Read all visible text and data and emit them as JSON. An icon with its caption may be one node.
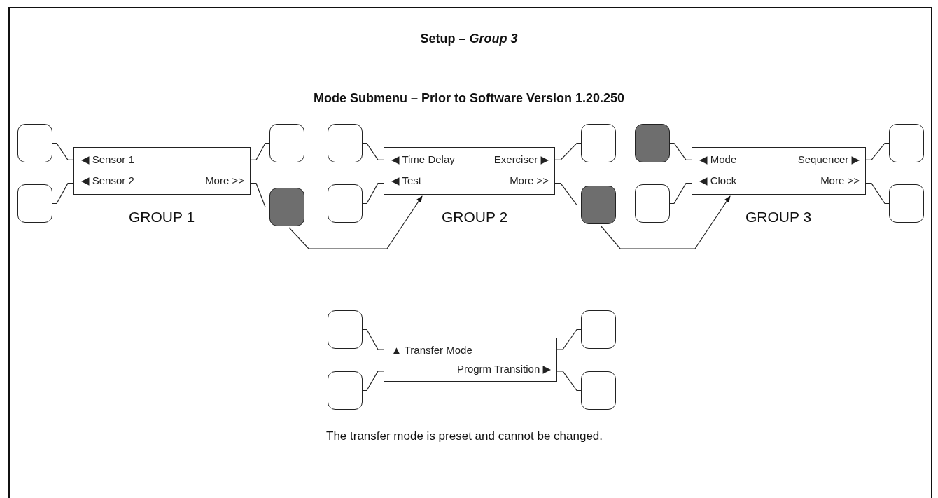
{
  "diagram": {
    "title": "Setup – *Group 3*",
    "nodes": [
      {
        "text": [],
        "shape": "box"
      },
      {
        "text": [],
        "shape": "box"
      },
      {
        "text": [
          "◀ Sensor 1",
          "◀ Sensor 2",
          "More >>"
        ],
        "beside": [
          "GROUP 1"
        ]
      },
      {
        "text": [],
        "shape": "box"
      },
      {
        "text": [],
        "shape": "box"
      },
      {
        "text": [],
        "shape": "box"
      },
      {
        "text": [],
        "shape": "box"
      },
      {
        "text": [
          "◀ Time Delay",
          "Exerciser ▶",
          "◀ Test",
          "More >>"
        ],
        "beside": [
          "GROUP 2"
        ]
      },
      {
        "text": [],
        "shape": "box"
      },
      {
        "text": [],
        "shape": "box"
      },
      {
        "text": [],
        "shape": "box"
      },
      {
        "text": [],
        "shape": "box"
      },
      {
        "text": [
          "◀ Mode",
          "Sequencer ▶",
          "◀ Clock",
          "More >>"
        ],
        "beside": [
          "GROUP 3"
        ]
      },
      {
        "text": [],
        "shape": "box"
      },
      {
        "text": [],
        "shape": "box"
      },
      {
        "text": [],
        "shape": "box"
      },
      {
        "text": [],
        "shape": "box"
      },
      {
        "text": [
          "▲ Transfer Mode",
          "Progrm Transition ▶"
        ]
      },
      {
        "text": [],
        "shape": "box"
      },
      {
        "text": [],
        "shape": "box"
      }
    ],
    "edges": [
      {
        "from": 0,
        "to": 2,
        "arrow": "none"
      },
      {
        "from": 1,
        "to": 2,
        "arrow": "none"
      },
      {
        "from": 3,
        "to": 2,
        "arrow": "none"
      },
      {
        "from": 4,
        "to": 2,
        "arrow": "none"
      },
      {
        "from": 4,
        "to": 7,
        "arrow": "to"
      },
      {
        "from": 5,
        "to": 7,
        "arrow": "none"
      },
      {
        "from": 6,
        "to": 7,
        "arrow": "none"
      },
      {
        "from": 8,
        "to": 7,
        "arrow": "none"
      },
      {
        "from": 9,
        "to": 7,
        "arrow": "none"
      },
      {
        "from": 9,
        "to": 12,
        "arrow": "to"
      },
      {
        "from": 10,
        "to": 12,
        "arrow": "none"
      },
      {
        "from": 11,
        "to": 12,
        "arrow": "none"
      },
      {
        "from": 13,
        "to": 12,
        "arrow": "none"
      },
      {
        "from": 14,
        "to": 12,
        "arrow": "none"
      },
      {
        "from": 15,
        "to": 17,
        "arrow": "none"
      },
      {
        "from": 16,
        "to": 17,
        "arrow": "none"
      },
      {
        "from": 18,
        "to": 17,
        "arrow": "none"
      },
      {
        "from": 19,
        "to": 17,
        "arrow": "none"
      }
    ],
    "labels": [
      "Mode Submenu – Prior to Software Version 1.20.250",
      "The transfer mode is preset and cannot be changed."
    ]
  }
}
